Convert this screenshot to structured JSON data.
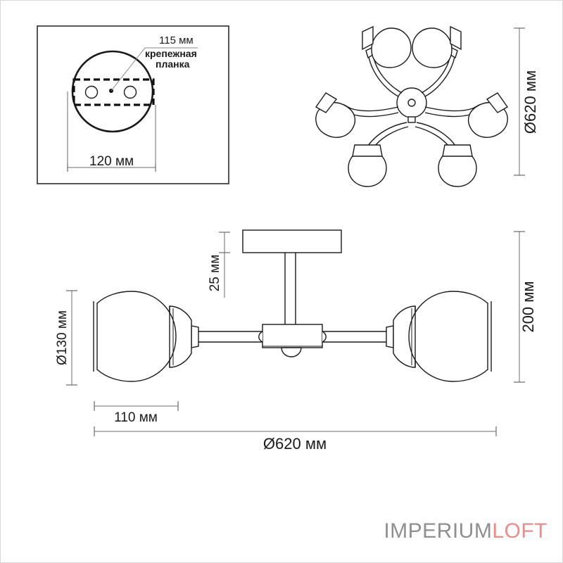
{
  "document": {
    "type": "technical-dimension-drawing",
    "product": "ceiling-lamp-6-arm",
    "units": "мм"
  },
  "views": {
    "mount_plate": {
      "name": "ceiling-mount-plate-detail",
      "callout_dimension": "115 мм",
      "callout_label_line1": "крепежная",
      "callout_label_line2": "планка",
      "width_dimension": "120 мм",
      "hole_count": 2
    },
    "top_view": {
      "name": "top-view-six-arms",
      "diameter_dimension": "Ø620 мм",
      "arm_count": 6
    },
    "front_view": {
      "name": "front-elevation",
      "canopy_height_dimension": "25 мм",
      "shade_diameter_dimension": "Ø130 мм",
      "shade_width_dimension": "110 мм",
      "overall_height_dimension": "200 мм",
      "overall_diameter_dimension": "Ø620 мм"
    }
  },
  "watermark": {
    "name": "imperiumloft-logo",
    "part1": "IMPERIUM",
    "part2": "LOFT",
    "color1": "#8f8f8f",
    "color2": "#ef8a86"
  }
}
